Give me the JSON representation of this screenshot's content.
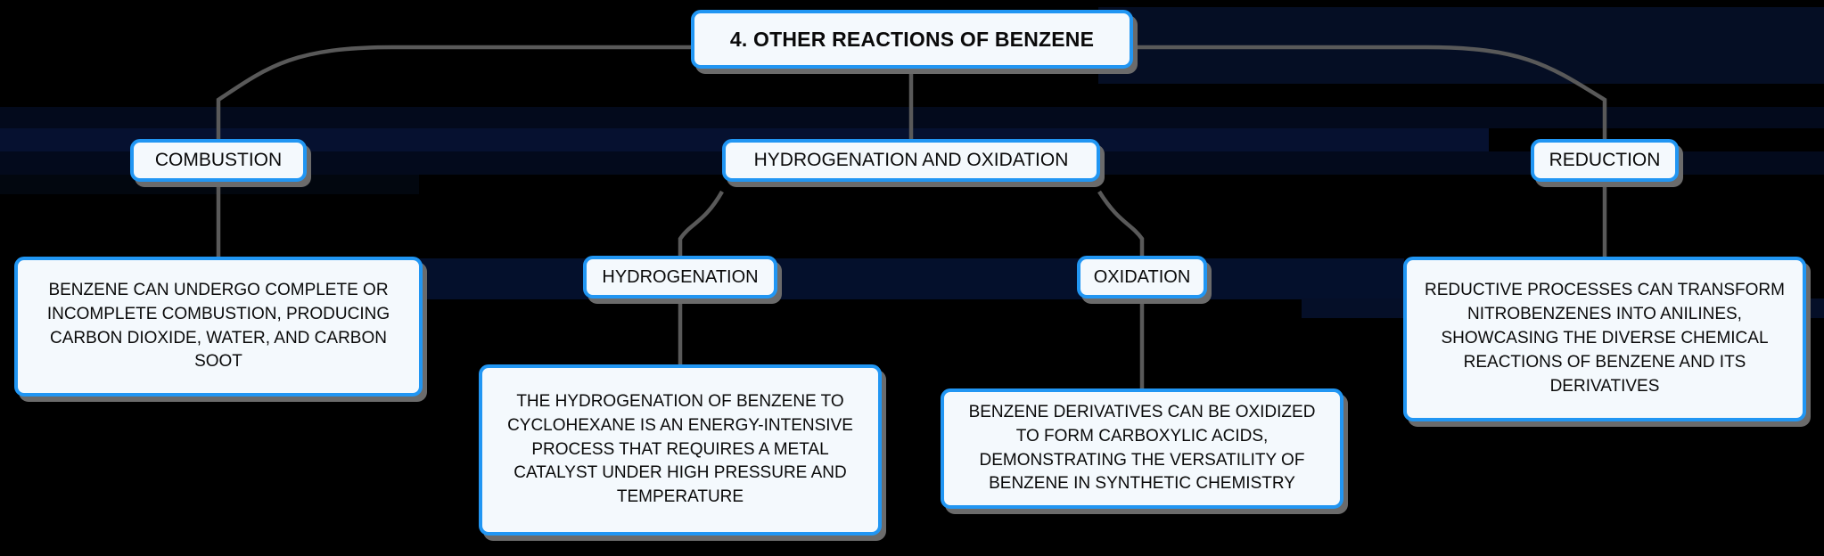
{
  "diagram": {
    "type": "mind-map",
    "title": "4. OTHER REACTIONS OF BENZENE",
    "background_color": "#000000",
    "node_fill_color": "#f4f9fd",
    "node_border_color": "#2196f3",
    "connector_color": "#595959",
    "text_color": "#0a0a0a",
    "root": {
      "id": "root",
      "label": "4. OTHER REACTIONS OF BENZENE"
    },
    "branches": [
      {
        "id": "combustion",
        "label": "COMBUSTION",
        "detail": "BENZENE CAN UNDERGO COMPLETE OR INCOMPLETE COMBUSTION, PRODUCING CARBON DIOXIDE, WATER, AND CARBON SOOT"
      },
      {
        "id": "hydrogenation-and-oxidation",
        "label": "HYDROGENATION AND OXIDATION",
        "children": [
          {
            "id": "hydrogenation",
            "label": "HYDROGENATION",
            "detail": "THE HYDROGENATION OF BENZENE TO CYCLOHEXANE IS AN ENERGY-INTENSIVE PROCESS THAT REQUIRES A METAL CATALYST UNDER HIGH PRESSURE AND TEMPERATURE"
          },
          {
            "id": "oxidation",
            "label": "OXIDATION",
            "detail": "BENZENE DERIVATIVES CAN BE OXIDIZED TO FORM CARBOXYLIC ACIDS, DEMONSTRATING THE VERSATILITY OF BENZENE IN SYNTHETIC CHEMISTRY"
          }
        ]
      },
      {
        "id": "reduction",
        "label": "REDUCTION",
        "detail": "REDUCTIVE PROCESSES CAN TRANSFORM NITROBENZENES INTO ANILINES, SHOWCASING THE DIVERSE CHEMICAL REACTIONS OF BENZENE AND ITS DERIVATIVES"
      }
    ]
  }
}
